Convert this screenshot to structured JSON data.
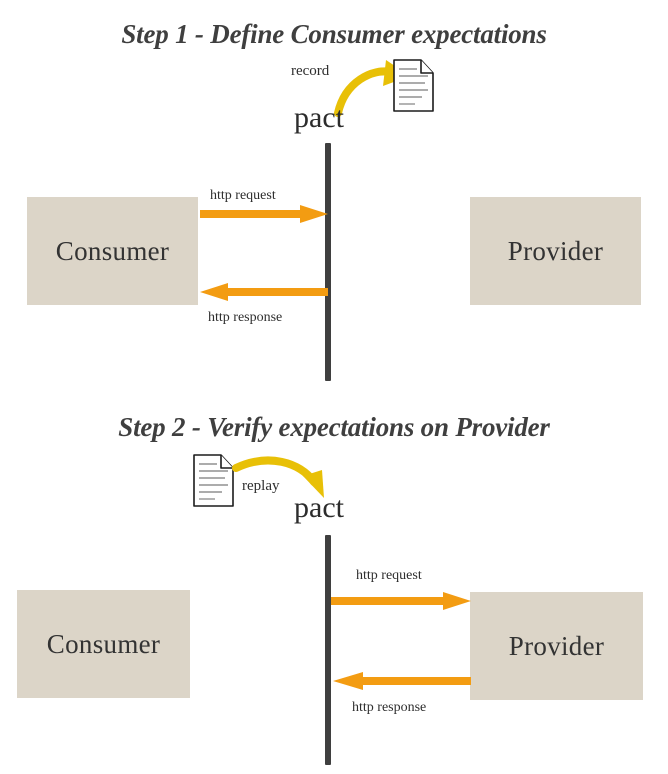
{
  "diagram": {
    "title_semantic": "pact-consumer-driven-contract-testing",
    "background_color": "#ffffff",
    "palette": {
      "box_fill": "#dcd5c8",
      "arrow_orange": "#f39c12",
      "curve_yellow": "#e8c007",
      "line_dark": "#3f3f3f",
      "text_dark": "#2c2c2c",
      "title_gray": "#3f3f3f"
    }
  },
  "steps": [
    {
      "id": "step-1",
      "title": "Step 1 - Define Consumer expectations",
      "pact_label": "pact",
      "action_label": "record",
      "left_actor": "Consumer",
      "right_actor": "Provider",
      "messages": [
        {
          "label": "http request",
          "direction": "right"
        },
        {
          "label": "http response",
          "direction": "left"
        }
      ],
      "doc_icon": "document-icon"
    },
    {
      "id": "step-2",
      "title": "Step 2 - Verify expectations on Provider",
      "pact_label": "pact",
      "action_label": "replay",
      "left_actor": "Consumer",
      "right_actor": "Provider",
      "messages": [
        {
          "label": "http request",
          "direction": "right"
        },
        {
          "label": "http response",
          "direction": "left"
        }
      ],
      "doc_icon": "document-icon"
    }
  ]
}
